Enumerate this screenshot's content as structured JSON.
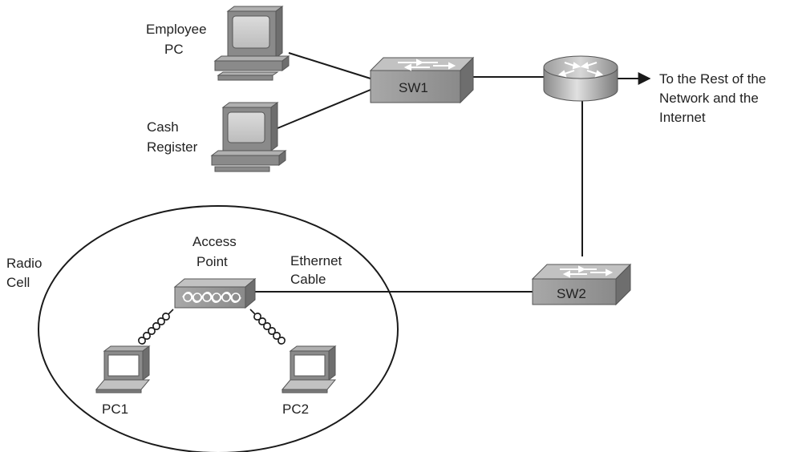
{
  "labels": {
    "employee_pc_1": "Employee",
    "employee_pc_2": "PC",
    "cash_register_1": "Cash",
    "cash_register_2": "Register",
    "sw1": "SW1",
    "sw2": "SW2",
    "rest_1": "To the Rest of the",
    "rest_2": "Network and the",
    "rest_3": "Internet",
    "radio_cell_1": "Radio",
    "radio_cell_2": "Cell",
    "access_point_1": "Access",
    "access_point_2": "Point",
    "ethernet_cable_1": "Ethernet",
    "ethernet_cable_2": "Cable",
    "pc1": "PC1",
    "pc2": "PC2"
  },
  "icons": {
    "employee_pc": "desktop-computer-icon",
    "cash_register": "desktop-computer-icon",
    "switch": "switch-icon",
    "router": "router-icon",
    "access_point": "access-point-icon",
    "laptop": "laptop-icon",
    "wireless": "wireless-signal-icon"
  },
  "colors": {
    "device_gray": "#9a9a9a",
    "device_dark": "#6e6e6e",
    "line": "#1a1a1a",
    "text": "#222222"
  }
}
